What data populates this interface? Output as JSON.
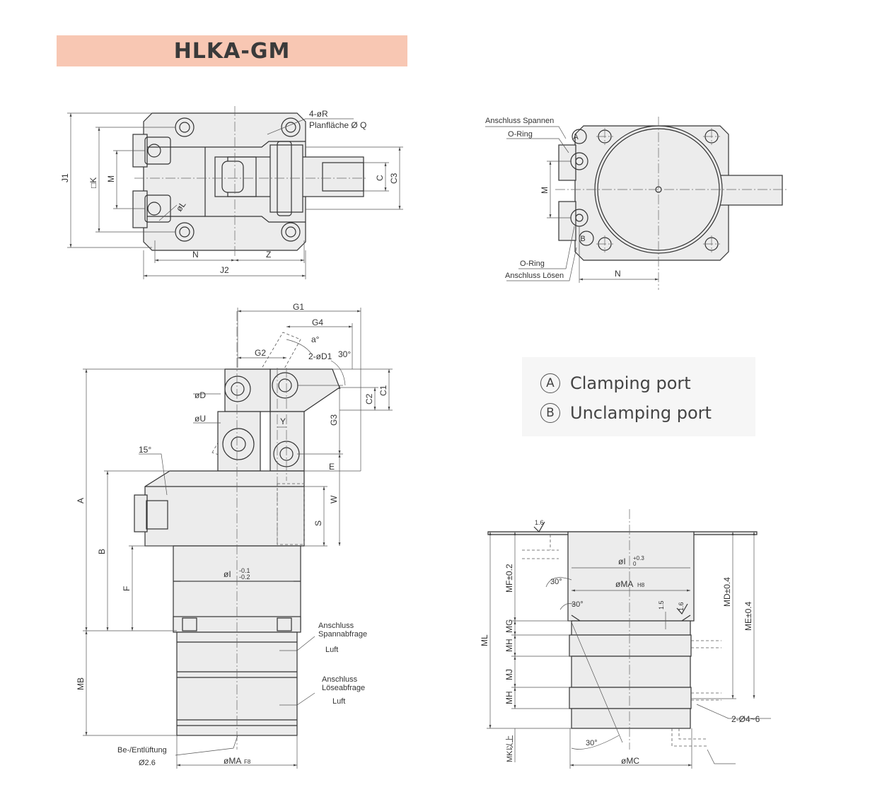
{
  "title": "HLKA-GM",
  "legend": [
    {
      "symbol": "A",
      "label": "Clamping port"
    },
    {
      "symbol": "B",
      "label": "Unclamping port"
    }
  ],
  "top_view_labels": {
    "holes": "4-øR",
    "face": "Planfläche Ø Q",
    "j1": "J1",
    "k": "□K",
    "m": "M",
    "l": "øL",
    "c": "C",
    "c3": "C3",
    "n": "N",
    "z": "Z",
    "j2": "J2"
  },
  "port_view_labels": {
    "anschluss_spannen": "Anschluss Spannen",
    "o_ring_top": "O-Ring",
    "port_a": "A",
    "port_b": "B",
    "m": "M",
    "o_ring_bottom": "O-Ring",
    "anschluss_loesen": "Anschluss Lösen",
    "n": "N"
  },
  "side_view_labels": {
    "g1": "G1",
    "g4": "G4",
    "a_deg": "a°",
    "g2": "G2",
    "d1": "2-øD1",
    "deg30": "30°",
    "d": "øD",
    "u": "øU",
    "c1": "C1",
    "c2": "C2",
    "g3": "G3",
    "y": "Y",
    "e": "E",
    "w": "W",
    "s": "S",
    "deg15": "15°",
    "a": "A",
    "b": "B",
    "f": "F",
    "mb": "MB",
    "i_main": "øI",
    "i_tol_upper": "-0.1",
    "i_tol_lower": "-0.2",
    "spann_1": "Anschluss",
    "spann_2": "Spannabfrage",
    "luft_1": "Luft",
    "loese_1": "Anschluss",
    "loese_2": "Löseabfrage",
    "luft_2": "Luft",
    "vent_1": "Be-/Entlüftung",
    "vent_2": "Ø2.6",
    "ma": "øMA",
    "ma_fit": "F8"
  },
  "bore_view_labels": {
    "surface": "1.6",
    "mf": "MF±0.2",
    "ml": "ML",
    "mk": "MK以上",
    "mg": "MG",
    "mh_1": "MH",
    "mj": "MJ",
    "mh_2": "MH",
    "i_main": "øI",
    "i_tol_upper": "+0.3",
    "i_tol_lower": "0",
    "ma": "øMA",
    "ma_fit": "H8",
    "deg30_a": "30°",
    "deg30_b": "30°",
    "deg30_c": "30°",
    "chamfer": "1.5",
    "surface_2": "1.6",
    "md": "MD±0.4",
    "me": "ME±0.4",
    "holes": "2-Ø4~6",
    "mc": "øMC"
  }
}
